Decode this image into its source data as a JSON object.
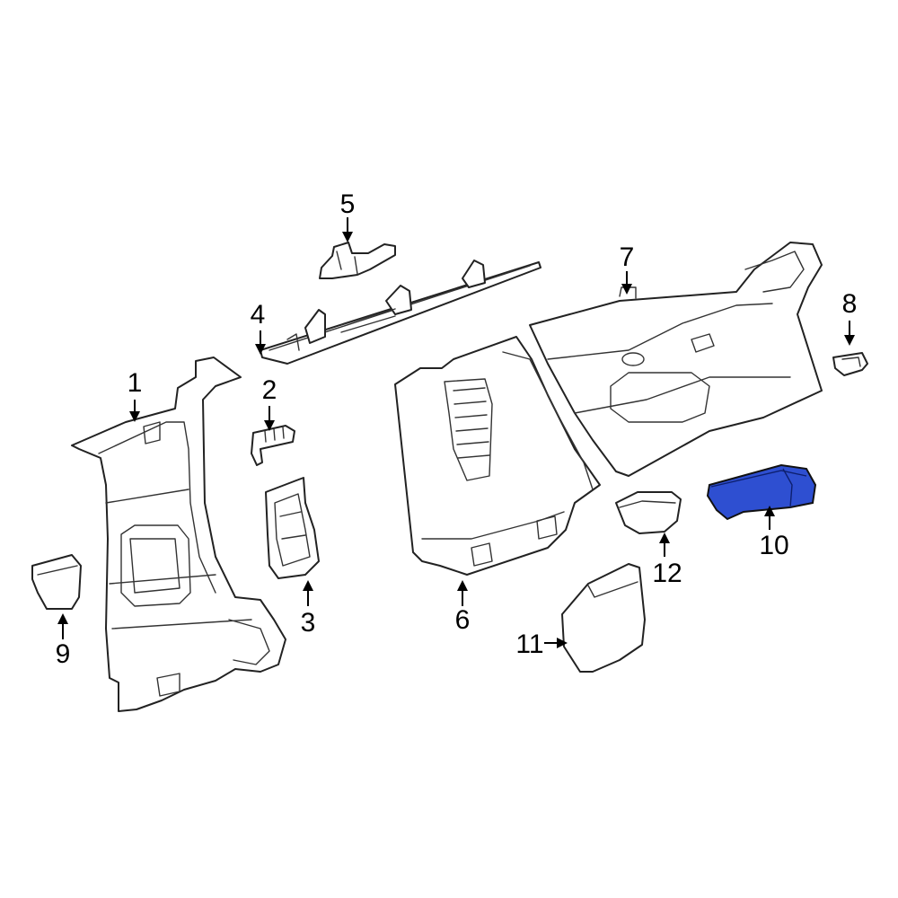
{
  "callouts": {
    "c1": "1",
    "c2": "2",
    "c3": "3",
    "c4": "4",
    "c5": "5",
    "c6": "6",
    "c7": "7",
    "c8": "8",
    "c9": "9",
    "c10": "10",
    "c11": "11",
    "c12": "12"
  },
  "colors": {
    "highlight": "#2e4fd1",
    "line": "#222222",
    "background": "#ffffff"
  }
}
